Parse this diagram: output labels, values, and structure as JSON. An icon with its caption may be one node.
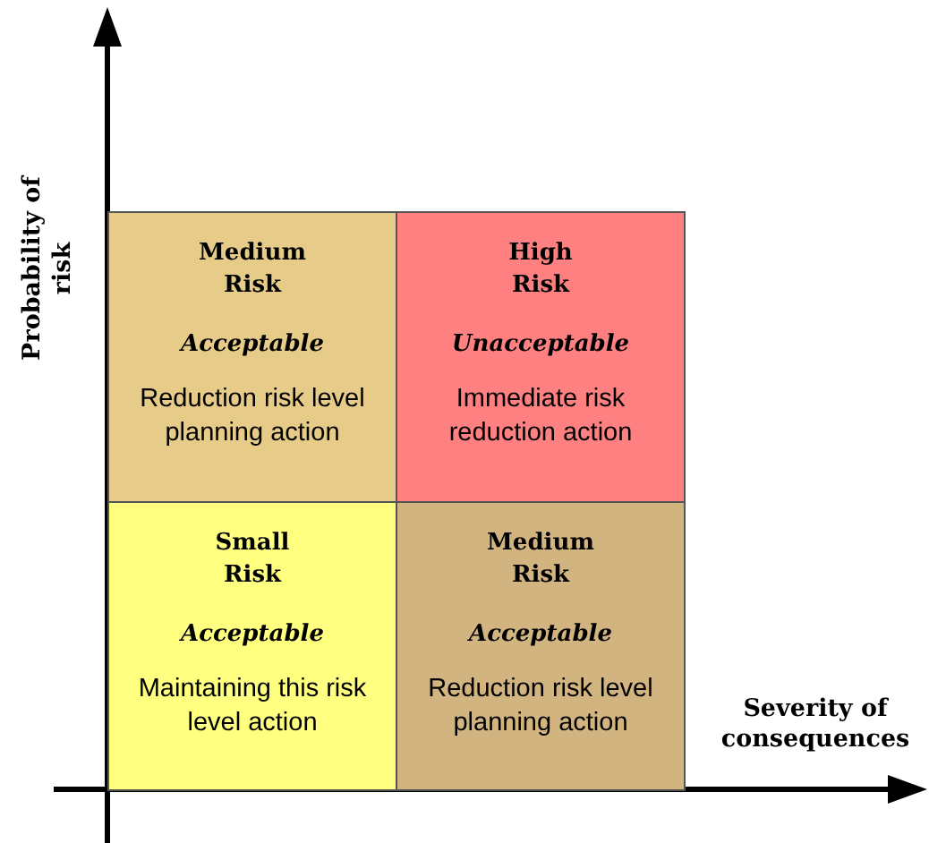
{
  "diagram": {
    "nodes": [
      {
        "text": [
          "Medium Risk",
          "Acceptable",
          "Reduction risk level planning action"
        ]
      },
      {
        "text": [
          "High Risk",
          "Unacceptable",
          "Immediate risk reduction action"
        ]
      },
      {
        "text": [
          "Small Risk",
          "Acceptable",
          "Maintaining this risk level action"
        ]
      },
      {
        "text": [
          "Medium Risk",
          "Acceptable",
          "Reduction risk level planning action"
        ]
      }
    ],
    "labels": [
      "Probability of risk",
      "Severity of consequences"
    ]
  }
}
